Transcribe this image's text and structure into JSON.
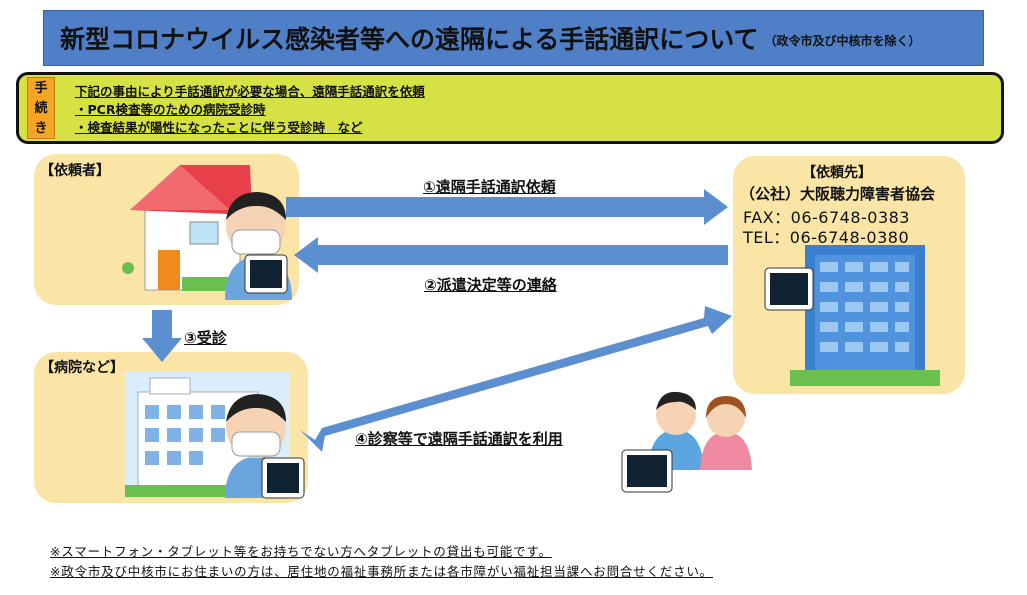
{
  "title": {
    "main": "新型コロナウイルス感染者等への遠隔による手話通訳について",
    "sub": "（政令市及び中核市を除く）"
  },
  "procedure": {
    "label_chars": [
      "手",
      "続",
      "き"
    ],
    "lines": [
      "下記の事由により手話通訳が必要な場合、遠隔手話通訳を依頼",
      "・PCR検査等のための病院受診時",
      "・検査結果が陽性になったことに伴う受診時　など"
    ]
  },
  "requester": {
    "label": "【依頼者】"
  },
  "hospital": {
    "label": "【病院など】"
  },
  "destination": {
    "label": "【依頼先】",
    "org": "（公社）大阪聴力障害者協会",
    "fax": "FAX：06-6748-0383",
    "tel": "TEL：06-6748-0380"
  },
  "steps": {
    "step1": "①遠隔手話通訳依頼",
    "step2": "②派遣決定等の連絡",
    "step3": "③受診",
    "step4": "④診察等で遠隔手話通訳を利用"
  },
  "notes": [
    "※スマートフォン・タブレット等をお持ちでない方へタブレットの貸出も可能です。",
    "※政令市及び中核市にお住まいの方は、居住地の福祉事務所または各市障がい福祉担当課へお問合せください。"
  ],
  "colors": {
    "banner": "#4f7fc7",
    "procedure_bg": "#d6e243",
    "procedure_label": "#f6a623",
    "panel": "#fbe5a6",
    "arrow": "#5b8fd0"
  }
}
